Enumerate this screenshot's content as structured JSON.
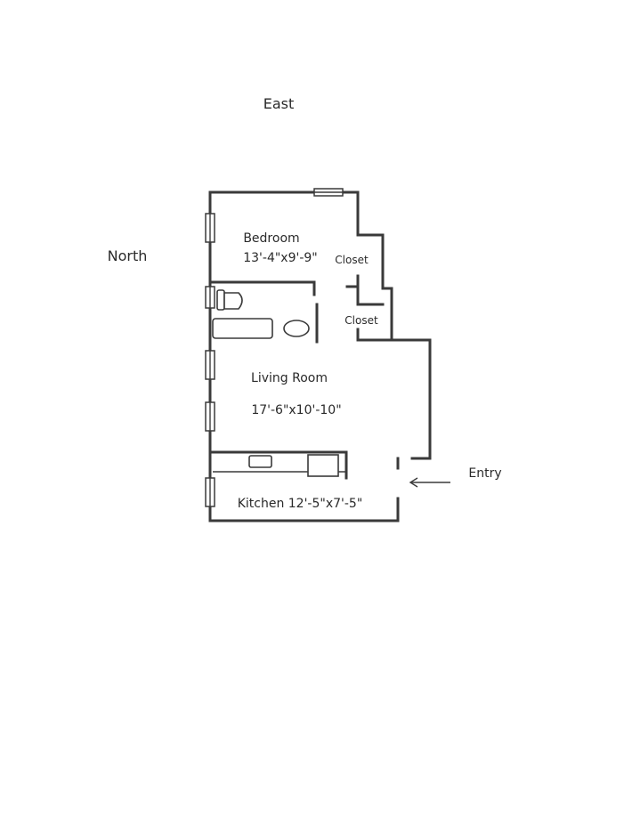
{
  "compass": {
    "east": "East",
    "north": "North"
  },
  "rooms": {
    "bedroom": {
      "name": "Bedroom",
      "dimensions": "13'-4\"x9'-9\""
    },
    "closet_upper": "Closet",
    "closet_lower": "Closet",
    "living_room": {
      "name": "Living Room",
      "dimensions": "17'-6\"x10'-10\""
    },
    "kitchen": "Kitchen 12'-5\"x7'-5\""
  },
  "entry": "Entry",
  "colors": {
    "line": "#3a3a3a",
    "background": "#ffffff"
  }
}
